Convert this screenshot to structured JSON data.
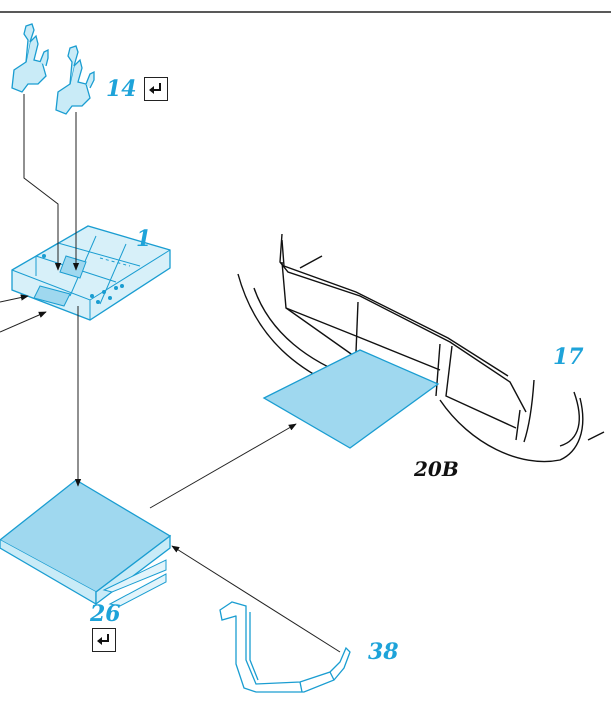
{
  "colors": {
    "part_fill": "#9fd8ef",
    "part_stroke": "#1a9dd1",
    "label_blue": "#1ea3d9",
    "line": "#222222"
  },
  "labels": {
    "part_14": "14",
    "part_1": "1",
    "part_17": "17",
    "part_20b": "20B",
    "part_26": "26",
    "part_38": "38"
  },
  "icons": {
    "bend_symbol": "return-arrow-icon"
  }
}
